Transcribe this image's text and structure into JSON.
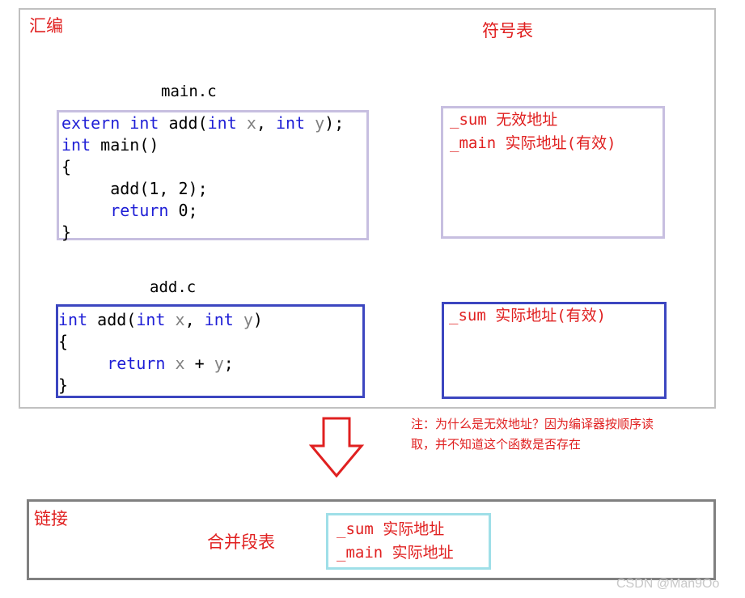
{
  "assembly": {
    "section_label": "汇编",
    "symbol_table_header": "符号表",
    "files": [
      {
        "name": "main.c",
        "code": [
          [
            {
              "t": "extern",
              "k": "kw"
            },
            {
              "t": " "
            },
            {
              "t": "int",
              "k": "kw"
            },
            {
              "t": " add("
            },
            {
              "t": "int",
              "k": "kw"
            },
            {
              "t": " "
            },
            {
              "t": "x",
              "k": "param"
            },
            {
              "t": ", "
            },
            {
              "t": "int",
              "k": "kw"
            },
            {
              "t": " "
            },
            {
              "t": "y",
              "k": "param"
            },
            {
              "t": ");"
            }
          ],
          [
            {
              "t": "int",
              "k": "kw"
            },
            {
              "t": " main()"
            }
          ],
          [
            {
              "t": "{"
            }
          ],
          [
            {
              "t": "     add(1, 2);"
            }
          ],
          [
            {
              "t": "     "
            },
            {
              "t": "return",
              "k": "kw"
            },
            {
              "t": " 0;"
            }
          ],
          [
            {
              "t": "}"
            }
          ]
        ],
        "symbols": [
          "_sum 无效地址",
          "_main 实际地址(有效)"
        ]
      },
      {
        "name": "add.c",
        "code": [
          [
            {
              "t": "int",
              "k": "kw"
            },
            {
              "t": " add("
            },
            {
              "t": "int",
              "k": "kw"
            },
            {
              "t": " "
            },
            {
              "t": "x",
              "k": "param"
            },
            {
              "t": ", "
            },
            {
              "t": "int",
              "k": "kw"
            },
            {
              "t": " "
            },
            {
              "t": "y",
              "k": "param"
            },
            {
              "t": ")"
            }
          ],
          [
            {
              "t": "{"
            }
          ],
          [
            {
              "t": "     "
            },
            {
              "t": "return",
              "k": "kw"
            },
            {
              "t": " "
            },
            {
              "t": "x",
              "k": "param"
            },
            {
              "t": " + "
            },
            {
              "t": "y",
              "k": "param"
            },
            {
              "t": ";"
            }
          ],
          [
            {
              "t": "}"
            }
          ]
        ],
        "symbols": [
          "_sum 实际地址(有效)"
        ]
      }
    ]
  },
  "note": {
    "line1": "注：为什么是无效地址？因为编译器按顺序读",
    "line2": "取，并不知道这个函数是否存在"
  },
  "linking": {
    "section_label": "链接",
    "merge_label": "合并段表",
    "symbols": [
      "_sum 实际地址",
      "_main 实际地址"
    ]
  },
  "watermark": "CSDN @Man9Oo",
  "colors": {
    "accent_red": "#e02020",
    "keyword_blue": "#1f1fd6",
    "param_gray": "#808080",
    "main_box_border": "#c7bfe0",
    "add_box_border": "#3c46c0",
    "link_symbol_border": "#9fdfe8",
    "outer_border": "#c0c0c0",
    "link_border": "#808080"
  }
}
